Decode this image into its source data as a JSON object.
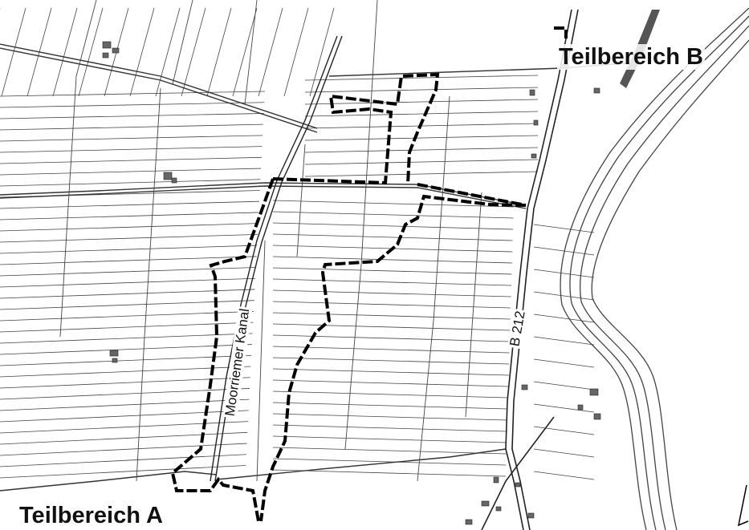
{
  "labels": {
    "area_a": "Teilbereich A",
    "area_b": "Teilbereich B",
    "canal": "Moorriemer Kanal",
    "road": "B 212"
  },
  "colors": {
    "background": "#ffffff",
    "line": "#333333",
    "boundary": "#000000",
    "building": "#666666",
    "river": "#555555"
  },
  "icons": [
    "north-arrow-icon"
  ]
}
